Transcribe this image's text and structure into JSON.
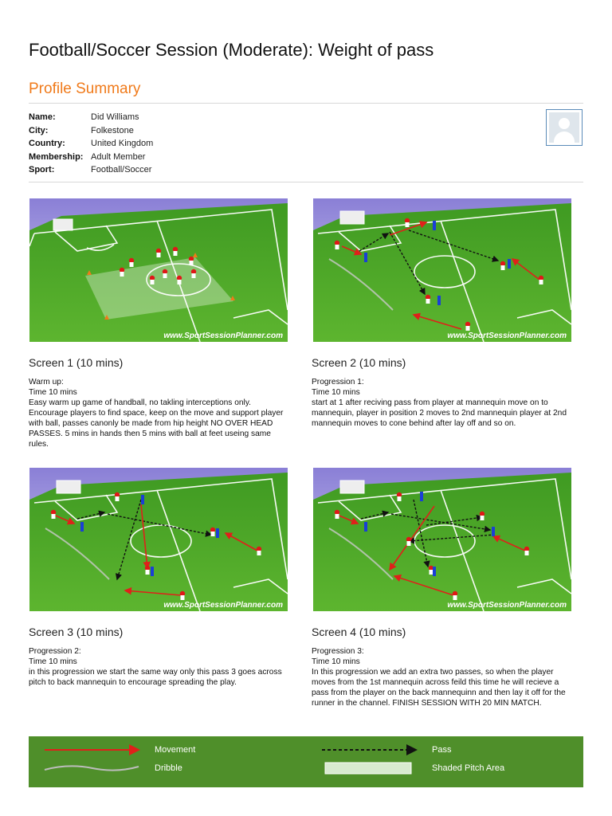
{
  "page_title": "Football/Soccer Session (Moderate): Weight of pass",
  "profile": {
    "section_title": "Profile Summary",
    "rows": [
      {
        "label": "Name:",
        "value": "Did Williams"
      },
      {
        "label": "City:",
        "value": "Folkestone"
      },
      {
        "label": "Country:",
        "value": "United Kingdom"
      },
      {
        "label": "Membership:",
        "value": "Adult Member"
      },
      {
        "label": "Sport:",
        "value": "Football/Soccer"
      }
    ]
  },
  "watermark": "www.SportSessionPlanner.com",
  "screens": [
    {
      "title": "Screen 1 (10 mins)",
      "lines": [
        "Warm up:",
        "Time 10 mins",
        "Easy warm up game of handball, no takling interceptions only. Encourage players to find space, keep on the move and support player with ball, passes canonly be made from hip height NO OVER HEAD PASSES. 5 mins in hands then 5 mins with ball at feet useing same rules."
      ]
    },
    {
      "title": "Screen 2 (10 mins)",
      "lines": [
        "Progression 1:",
        "Time 10 mins",
        "start at 1 after reciving pass from player at mannequin move on to mannequin, player in position 2 moves to 2nd mannequin player at 2nd mannequin moves to cone behind after lay off and so on."
      ]
    },
    {
      "title": "Screen 3 (10 mins)",
      "lines": [
        "Progression 2:",
        "Time 10 mins",
        "in this progression we start the same way only this pass 3 goes across pitch to back mannequin to encourage spreading the play."
      ]
    },
    {
      "title": "Screen 4 (10 mins)",
      "lines": [
        "Progression 3:",
        "Time 10 mins",
        "In this progression we add an extra two passes, so when the player moves from the 1st mannequin across feild this time he will recieve a pass from the player on the back mannequinn and then lay it off for the runner in the channel. FINISH SESSION WITH 20 MIN MATCH."
      ]
    }
  ],
  "legend": {
    "movement": "Movement",
    "pass": "Pass",
    "dribble": "Dribble",
    "shaded": "Shaded Pitch Area"
  },
  "colors": {
    "accent": "#f07a1a",
    "pitch": "#58a52c",
    "legend_bg": "#4f8f2a",
    "movement_arrow": "#e0201a"
  }
}
